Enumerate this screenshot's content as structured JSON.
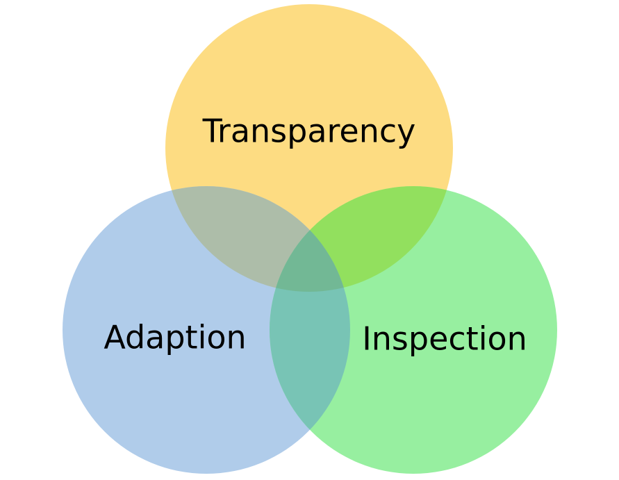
{
  "diagram": {
    "type": "venn",
    "sets": [
      {
        "label": "Transparency",
        "color": "#FDDC82"
      },
      {
        "label": "Adaption",
        "color": "#B0CCEA"
      },
      {
        "label": "Inspection",
        "color": "#97EFA0"
      }
    ],
    "overlap_colors": {
      "transparency_adaption": "#ADBDA9",
      "transparency_inspection": "#92E05E",
      "adaption_inspection": "#78C4B5",
      "all_three": "#72B895"
    }
  }
}
